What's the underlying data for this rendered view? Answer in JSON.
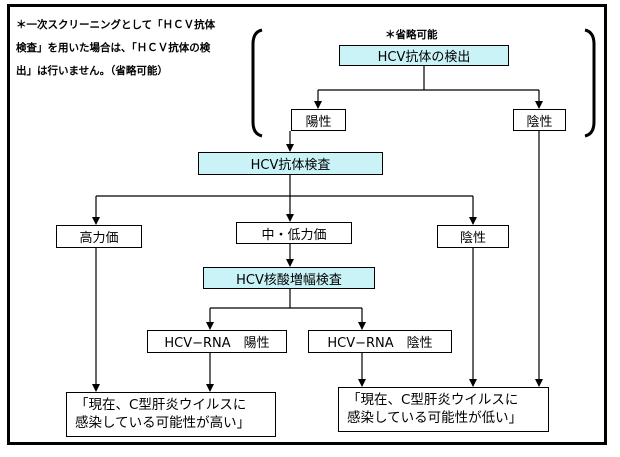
{
  "note": {
    "lines": [
      "＊一次スクリーニングとして「ＨＣＶ抗体",
      "検査」を用いた場合は、「ＨＣＶ抗体の検",
      "出」は行いません。（省略可能）"
    ]
  },
  "optional_label": "＊省略可能",
  "boxes": {
    "antibody_detection": "HCV抗体の検出",
    "positive_top": "陽性",
    "negative_top": "陰性",
    "antibody_test": "HCV抗体検査",
    "high_titer": "高力価",
    "mid_low_titer": "中・低力価",
    "negative_mid": "陰性",
    "nat": "HCV核酸増幅検査",
    "rna_positive": "HCV−RNA　陽性",
    "rna_negative": "HCV−RNA　陰性"
  },
  "results": {
    "high": [
      "「現在、C型肝炎ウイルスに",
      "感染している可能性が高い」"
    ],
    "low": [
      "「現在、C型肝炎ウイルスに",
      "感染している可能性が低い」"
    ]
  }
}
